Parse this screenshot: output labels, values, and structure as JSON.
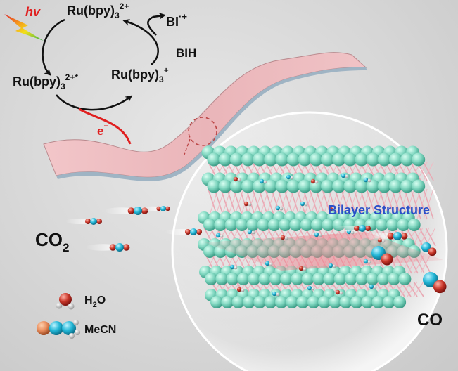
{
  "cycle": {
    "light": "hv",
    "ground_state": "Ru(bpy)",
    "ground_sub": "3",
    "ground_sup": "2+",
    "excited_state": "Ru(bpy)",
    "excited_sub": "3",
    "excited_sup": "2+*",
    "reduced_state": "Ru(bpy)",
    "reduced_sub": "3",
    "reduced_sup": "+",
    "donor": "BIH",
    "donor_oxidized": "BI",
    "donor_oxidized_sup": "·+",
    "electron": "e",
    "electron_sup": "−"
  },
  "labels": {
    "bilayer": "Bilayer Structure",
    "co2_main": "CO",
    "co2_sub": "2",
    "co": "CO"
  },
  "legend": {
    "water_main": "H",
    "water_sub": "2",
    "water_end": "O",
    "mecn": "MeCN"
  },
  "colors": {
    "sphere_teal": "#7fd6bf",
    "linker_pink": "#e9a9b4",
    "arrow_red": "#e02020",
    "bilayer_blue": "#2a4fc8",
    "co_cyan": "#1aa6c8",
    "o_red": "#c0392b"
  }
}
